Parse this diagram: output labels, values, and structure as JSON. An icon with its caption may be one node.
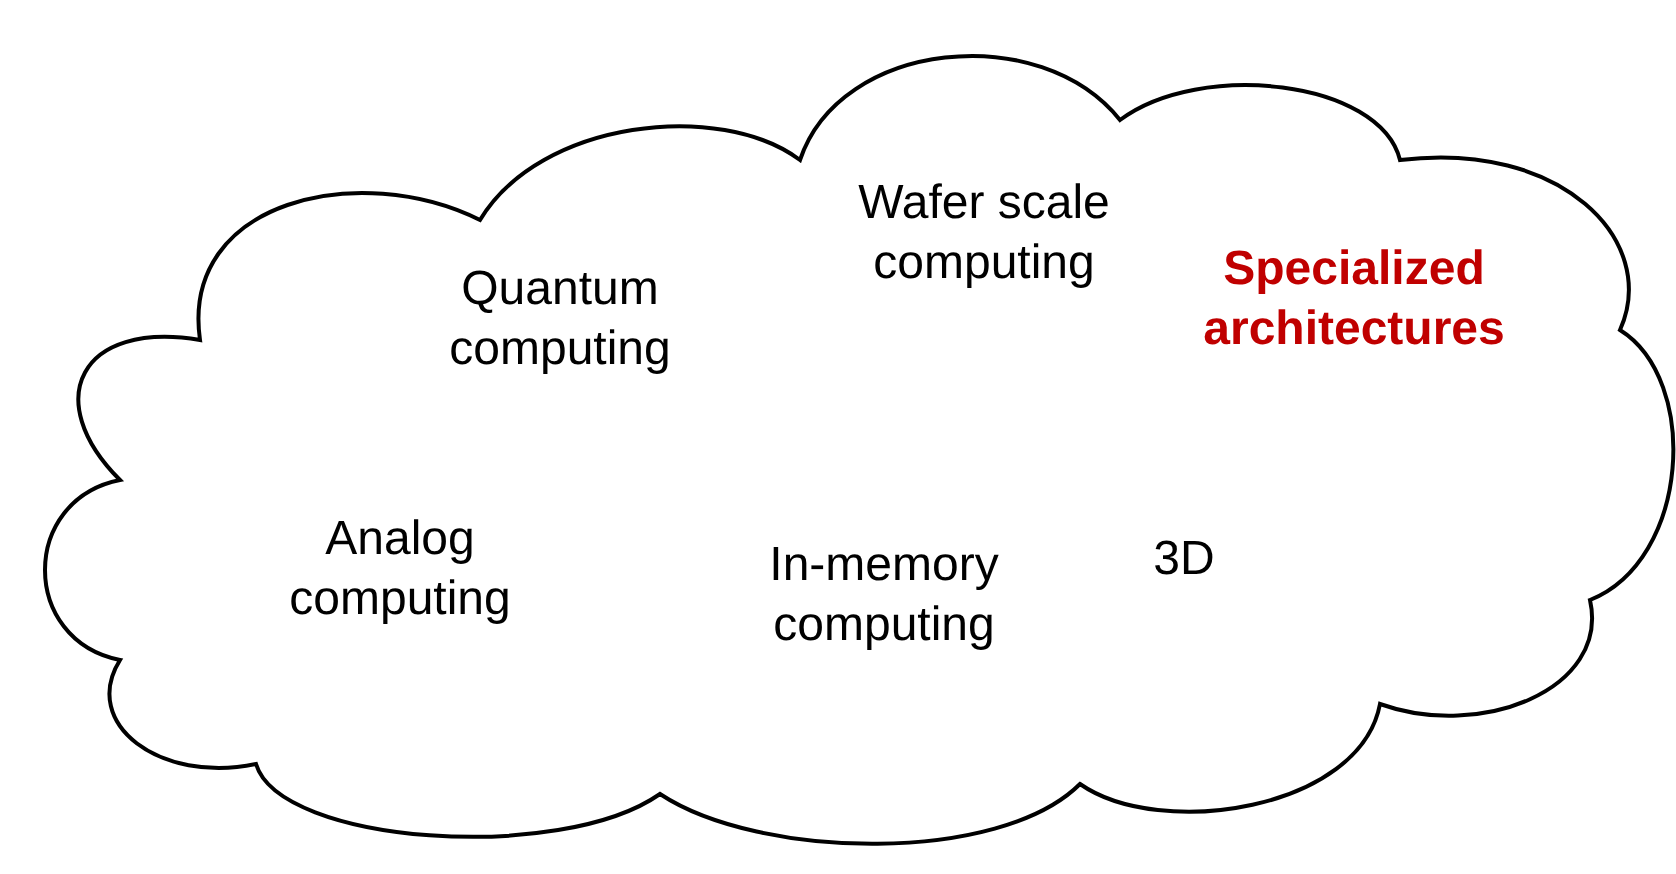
{
  "diagram": {
    "nodes": [
      {
        "text": [
          "Wafer scale computing",
          "Quantum computing",
          "Specialized architectures",
          "Analog computing",
          "In-memory computing",
          "3D"
        ]
      }
    ]
  }
}
